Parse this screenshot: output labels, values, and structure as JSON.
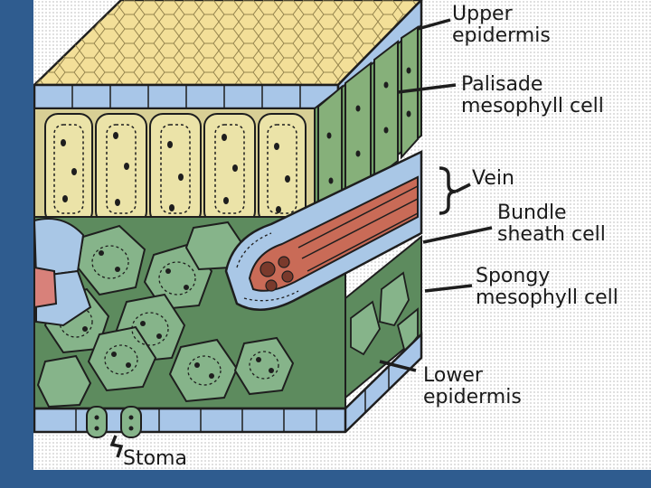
{
  "diagram": {
    "labels": {
      "upper_epidermis": [
        "Upper",
        "epidermis"
      ],
      "palisade": [
        "Palisade",
        "mesophyll cell"
      ],
      "vein": "Vein",
      "bundle_sheath": [
        "Bundle",
        "sheath cell"
      ],
      "spongy": [
        "Spongy",
        "mesophyll cell"
      ],
      "lower_epidermis": [
        "Lower",
        "epidermis"
      ],
      "stoma": "Stoma"
    },
    "colors": {
      "frame": "#2f5c8f",
      "epidermis": "#f3df98",
      "palisade": "#ebe3a8",
      "palisade_side": "#86b07a",
      "spongy": "#86b48a",
      "bundle_sheath": "#a9c7e6",
      "xylem": "#c96b57",
      "outline": "#1e1e1e"
    }
  }
}
